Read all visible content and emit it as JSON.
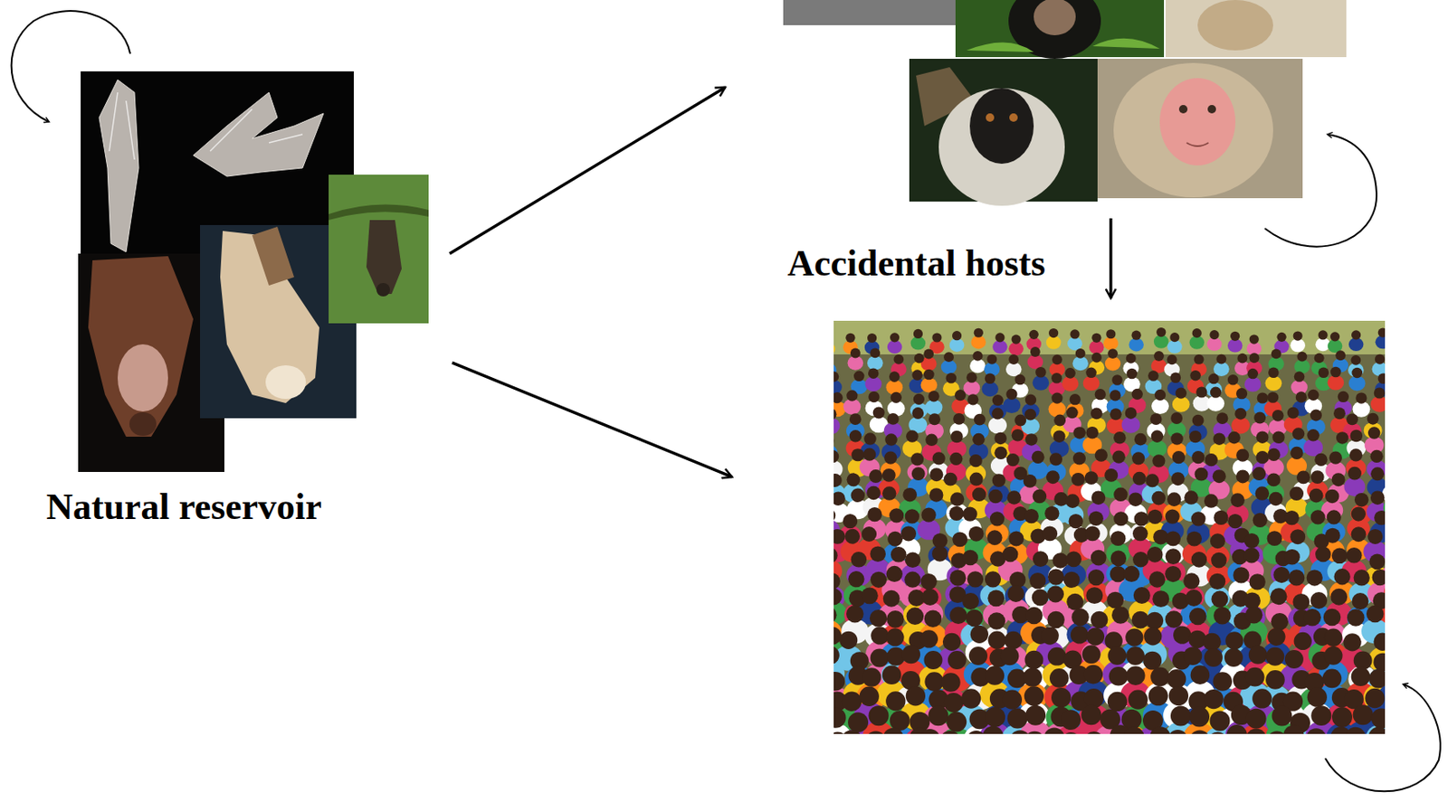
{
  "diagram": {
    "nodes": [
      {
        "text": [
          "Natural reservoir"
        ]
      },
      {
        "text": [
          "Accidental hosts"
        ]
      },
      {
        "text": []
      }
    ],
    "edges": [
      {
        "from": 0,
        "to": 1,
        "arrow": "to"
      },
      {
        "from": 0,
        "to": 2,
        "arrow": "to"
      },
      {
        "from": 1,
        "to": 2,
        "arrow": "to"
      }
    ]
  }
}
